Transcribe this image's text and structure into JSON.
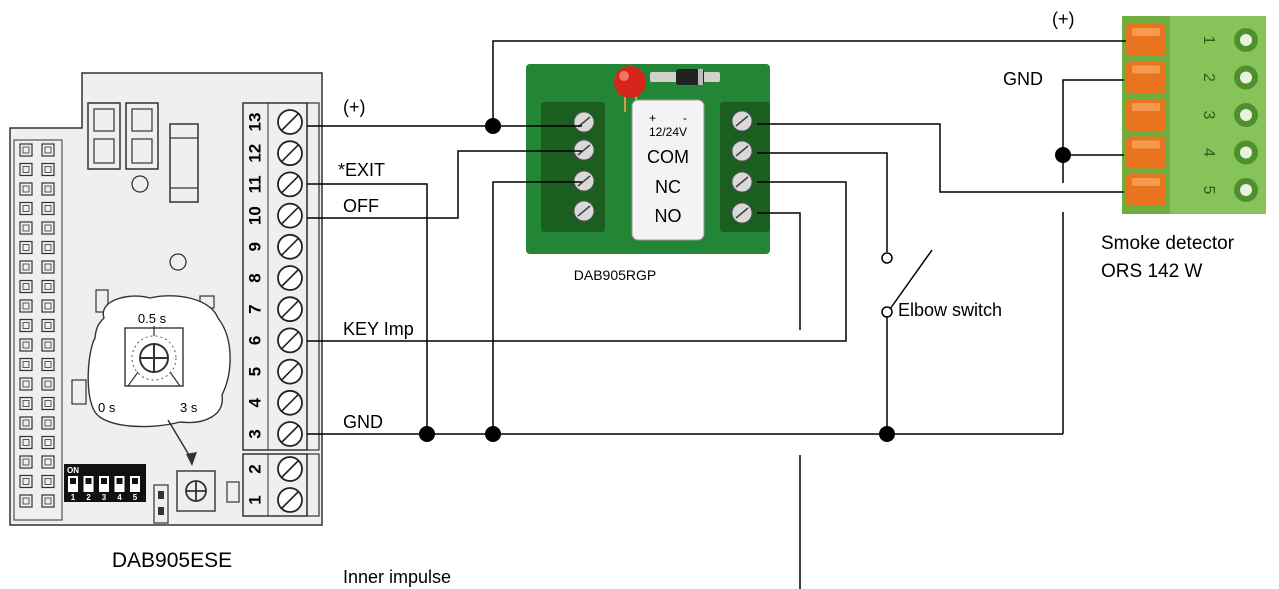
{
  "devices": {
    "controller": "DAB905ESE",
    "relay": "DAB905RGP",
    "detector_line1": "Smoke detector",
    "detector_line2": "ORS 142 W"
  },
  "signals": {
    "plus_top": "(+)",
    "plus_left": "(+)",
    "gnd_top": "GND",
    "gnd_bottom": "GND",
    "exit": "*EXIT",
    "off": "OFF",
    "key_imp": "KEY Imp",
    "elbow_switch": "Elbow switch",
    "inner_impulse": "Inner impulse"
  },
  "timer": {
    "mid": "0.5 s",
    "min": "0 s",
    "max": "3 s"
  },
  "terminals_main": [
    "13",
    "12",
    "11",
    "10",
    "9",
    "8",
    "7",
    "6",
    "5",
    "4",
    "3"
  ],
  "terminals_power": [
    "2",
    "1"
  ],
  "relay_labels": {
    "voltage_polarity": "+        -",
    "voltage": "12/24V",
    "com": "COM",
    "nc": "NC",
    "no": "NO"
  },
  "dip": {
    "on": "ON",
    "positions": [
      "1",
      "2",
      "3",
      "4",
      "5"
    ]
  },
  "detector_terminals": [
    "1",
    "2",
    "3",
    "4",
    "5"
  ],
  "colors": {
    "board_fill": "#eef0f0",
    "relay_board": "#1e7d32",
    "detector_body": "#79c04a",
    "terminal_orange": "#e8741f",
    "led_red": "#d6261c",
    "wire": "#000000"
  }
}
